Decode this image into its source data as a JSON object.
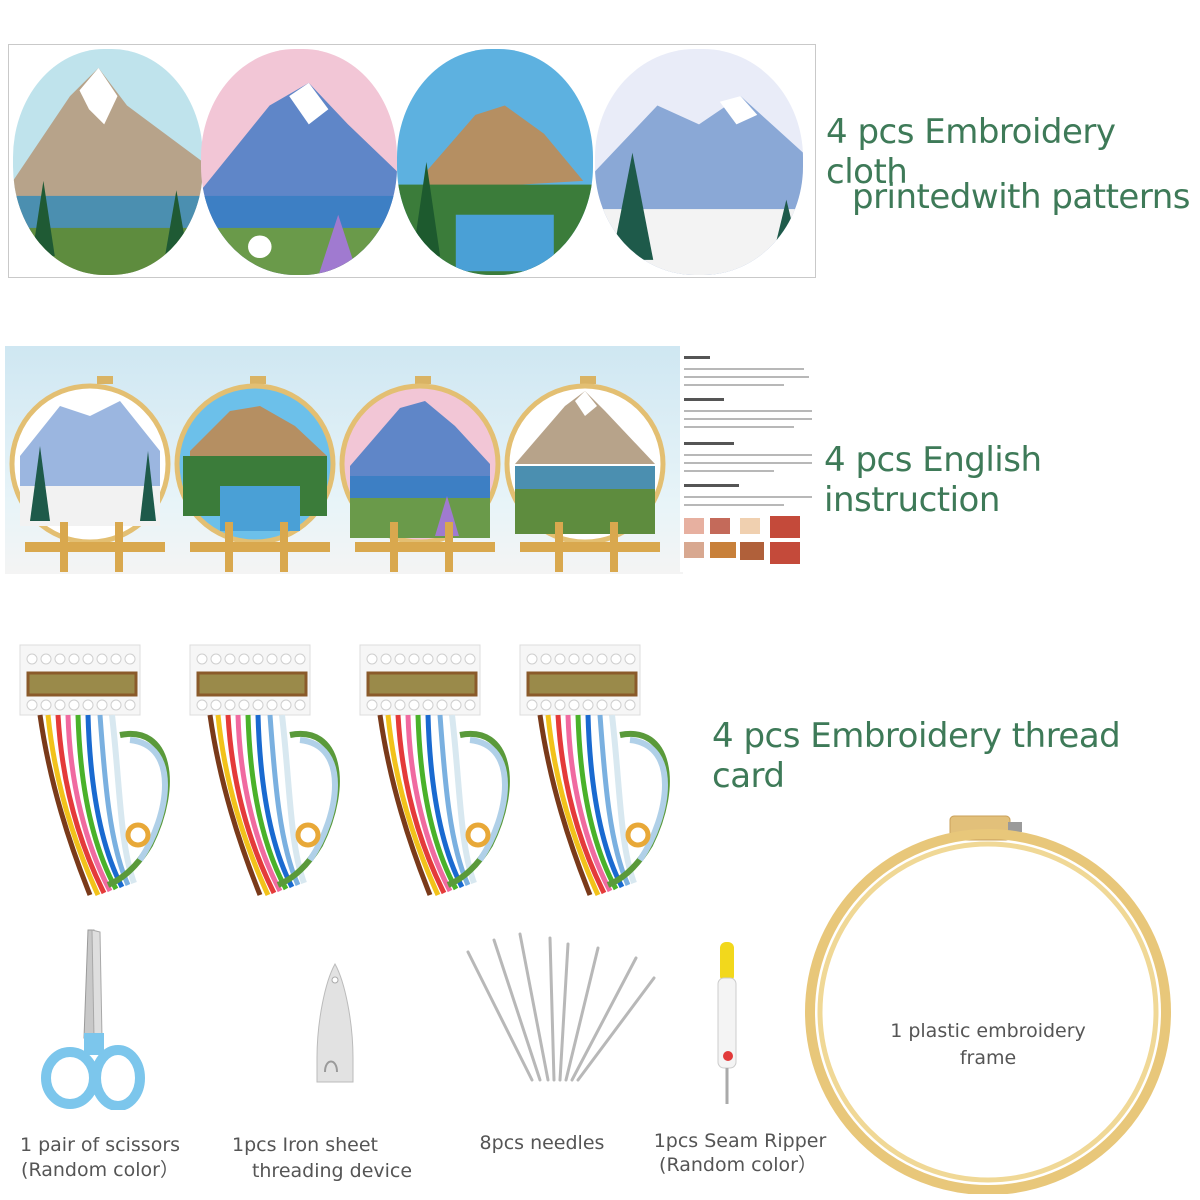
{
  "sections": {
    "cloth": {
      "label_line1": "4 pcs Embroidery cloth",
      "label_line2": "printedwith patterns"
    },
    "instruction": {
      "label": "4 pcs English instruction"
    },
    "thread": {
      "label": "4 pcs Embroidery thread card"
    }
  },
  "tools": {
    "scissors": {
      "line1": "1 pair of scissors",
      "line2": "(Random color）"
    },
    "threader": {
      "line1": "1pcs Iron sheet",
      "line2": "threading device"
    },
    "needles": {
      "line1": "8pcs needles"
    },
    "ripper": {
      "line1": "1pcs Seam Ripper",
      "line2": "(Random color）"
    },
    "hoop": {
      "line1": "1 plastic embroidery",
      "line2": "frame"
    }
  },
  "colors": {
    "label_green": "#3e7a58",
    "label_gray": "#555555",
    "hoop_wood": "#e8c77a",
    "scissors_blue": "#7cc6ec",
    "ripper_yellow": "#f2d81c"
  }
}
